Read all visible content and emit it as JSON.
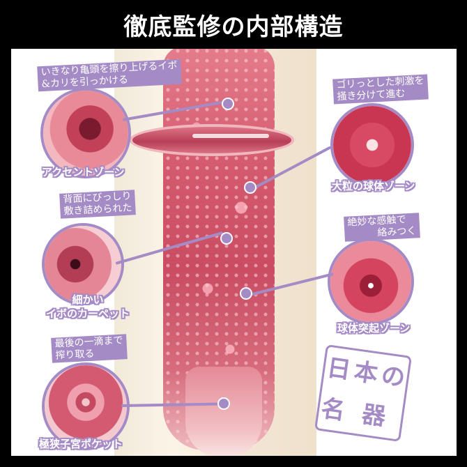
{
  "header": {
    "title": "徹底監修の内部構造"
  },
  "colors": {
    "accent_purple": "#a58bc6",
    "background": "#000000",
    "panel": "#ffffff",
    "flesh_pink": "#d45a6e"
  },
  "callouts": [
    {
      "position": "top-left",
      "description_lines": [
        "いきなり亀頭を擦り上げるイボ",
        "&カリを引っかける"
      ],
      "zone_name": "アクセントゾーン"
    },
    {
      "position": "top-right",
      "description_lines": [
        "ゴリっとした刺激を",
        "掻き分けて進む"
      ],
      "zone_name": "大粒の球体ゾーン"
    },
    {
      "position": "middle-left",
      "description_lines": [
        "背面にびっしり",
        "敷き詰められた"
      ],
      "zone_name_lines": [
        "細かい",
        "イボのカーペット"
      ]
    },
    {
      "position": "middle-right",
      "description_lines": [
        "絶妙な感触で",
        "絡みつく"
      ],
      "zone_name": "球体突起ゾーン"
    },
    {
      "position": "bottom-left",
      "description_lines": [
        "最後の一滴まで",
        "搾り取る"
      ],
      "zone_name": "極狭子宮ポケット"
    }
  ],
  "stamp": {
    "chars": [
      "日",
      "本",
      "の",
      "名",
      "器"
    ],
    "text": "日本の名器"
  }
}
